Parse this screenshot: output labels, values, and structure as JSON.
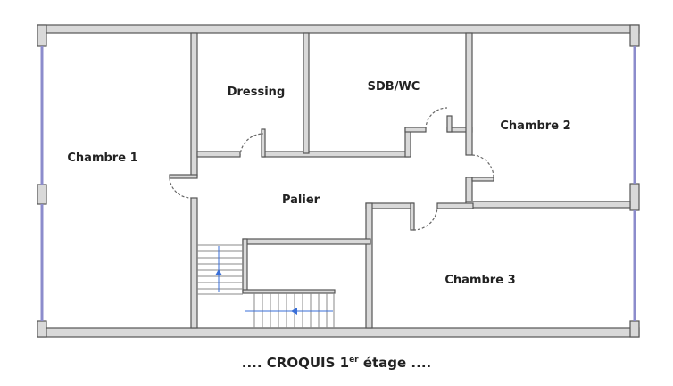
{
  "rooms": {
    "chambre1": "Chambre 1",
    "dressing": "Dressing",
    "sdb": "SDB/WC",
    "chambre2": "Chambre 2",
    "palier": "Palier",
    "chambre3": "Chambre 3"
  },
  "caption": {
    "prefix": ".... CROQUIS 1",
    "sup": "er",
    "suffix": " étage ...."
  }
}
